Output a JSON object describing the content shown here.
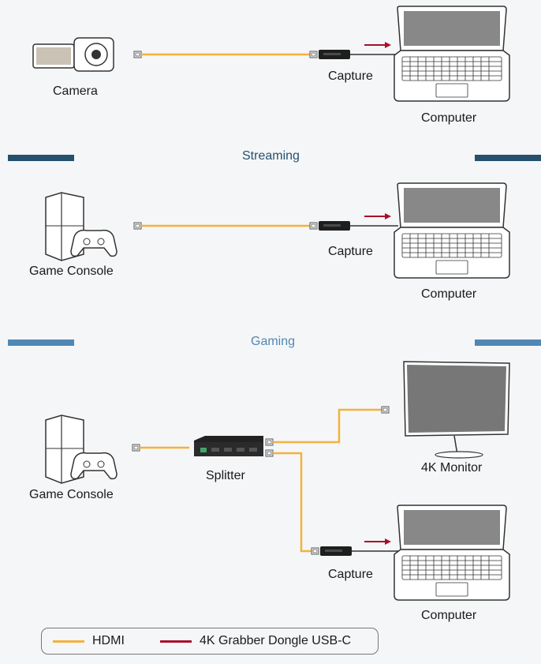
{
  "colors": {
    "hdmi": "#f4b13d",
    "usb_c": "#a8102a",
    "section_bar_dark": "#24506e",
    "section_bar_light": "#4f87b5"
  },
  "sections": [
    {
      "title": "Streaming",
      "title_color": "#24506e"
    },
    {
      "title": "Gaming",
      "title_color": "#4f87b5"
    }
  ],
  "diagram1": {
    "source": "Camera",
    "capture": "Capture",
    "target": "Computer"
  },
  "diagram2": {
    "source": "Game Console",
    "capture": "Capture",
    "target": "Computer"
  },
  "diagram3": {
    "source": "Game Console",
    "splitter": "Splitter",
    "monitor": "4K Monitor",
    "capture": "Capture",
    "target": "Computer"
  },
  "legend": {
    "hdmi": "HDMI",
    "usb_c": "4K Grabber Dongle USB-C"
  },
  "icons": [
    "camera-icon",
    "game-console-icon",
    "controller-icon",
    "laptop-icon",
    "monitor-icon",
    "splitter-icon",
    "capture-dongle-icon",
    "hdmi-plug-icon",
    "arrow-right-icon"
  ]
}
